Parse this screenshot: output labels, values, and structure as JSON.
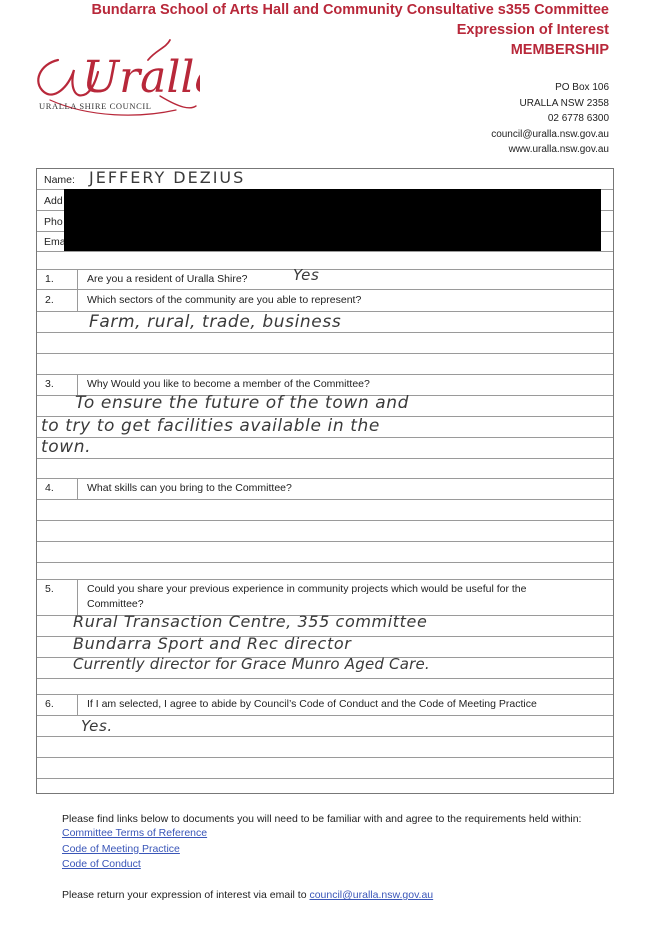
{
  "header": {
    "line1": "Bundarra School of Arts Hall and Community Consultative s355 Committee",
    "line2": "Expression of Interest",
    "line3": "MEMBERSHIP",
    "brand_color": "#b8283a",
    "contact": [
      "PO Box 106",
      "URALLA  NSW 2358",
      "02 6778 6300",
      "council@uralla.nsw.gov.au",
      "www.uralla.nsw.gov.au"
    ]
  },
  "logo": {
    "script_text": "Uralla",
    "subtitle": "URALLA SHIRE COUNCIL"
  },
  "form": {
    "name_label": "Name:",
    "name_value": "JEFFERY DEZIUS",
    "address_label_visible": "Add",
    "phone_label_visible": "Pho",
    "email_label_visible": "Ema",
    "q1": {
      "num": "1.",
      "text": "Are you a resident of Uralla Shire?",
      "answer": "Yes"
    },
    "q2": {
      "num": "2.",
      "text": "Which sectors of the community are you able to represent?",
      "answer": "Farm, rural, trade, business"
    },
    "q3": {
      "num": "3.",
      "text": "Why Would you like to become a member of the Committee?",
      "answer": [
        "To ensure the future of the town and",
        "to try to get facilities available in the",
        "town."
      ]
    },
    "q4": {
      "num": "4.",
      "text": "What skills can you bring to the Committee?"
    },
    "q5": {
      "num": "5.",
      "text": [
        "Could you share your previous experience in community projects which would be useful for the",
        "Committee?"
      ],
      "answer": [
        "Rural Transaction Centre, 355 committee",
        "Bundarra Sport and Rec director",
        "Currently director for Grace Munro Aged Care."
      ]
    },
    "q6": {
      "num": "6.",
      "text": "If I am selected, I agree to abide by Council’s Code of Conduct and the Code of Meeting Practice",
      "answer": "Yes."
    }
  },
  "footer": {
    "intro": "Please find links below to documents you will need to be familiar with and agree to the requirements held within:",
    "links": [
      "Committee Terms of Reference",
      "Code of Meeting Practice",
      "Code of Conduct"
    ],
    "return_text": "Please return your expression of interest via email to ",
    "return_email": "council@uralla.nsw.gov.au"
  }
}
